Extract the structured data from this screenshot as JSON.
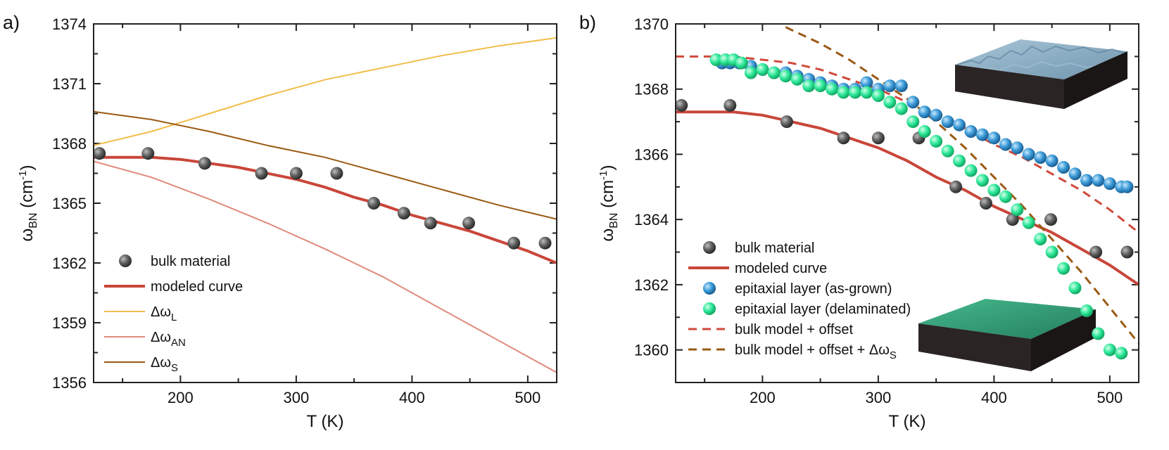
{
  "panels": {
    "a": {
      "label": "a)"
    },
    "b": {
      "label": "b)"
    }
  },
  "colors": {
    "bulk": "#555555",
    "modeled": "#c9463a",
    "dL": "#f2be4a",
    "dAN": "#e08a7c",
    "dS": "#9a5a14",
    "asgrown": "#3a9ad8",
    "delam": "#2ee89a",
    "offset": "#d04a3c",
    "offsetS": "#9a5a14",
    "inset_top_blue": "#8eb2c8",
    "inset_top_green": "#2f9f77",
    "inset_side": "#2a2424"
  },
  "chart_data": [
    {
      "panel": "a",
      "type": "line",
      "xlabel": "T (K)",
      "ylabel": "ω_BN (cm^-1)",
      "xlim": [
        125,
        525
      ],
      "ylim": [
        1356,
        1374
      ],
      "xticks": [
        200,
        300,
        400,
        500
      ],
      "yticks": [
        1356,
        1359,
        1362,
        1365,
        1368,
        1371,
        1374
      ],
      "legend_position": "bottom-left",
      "series": [
        {
          "name": "bulk material",
          "kind": "scatter",
          "color_key": "bulk",
          "x": [
            130,
            172,
            221,
            270,
            300,
            335,
            367,
            393,
            416,
            449,
            488,
            515
          ],
          "y": [
            1367.5,
            1367.5,
            1367.0,
            1366.5,
            1366.5,
            1366.5,
            1365.0,
            1364.5,
            1364.0,
            1364.0,
            1363.0,
            1363.0
          ]
        },
        {
          "name": "modeled curve",
          "kind": "line",
          "color_key": "modeled",
          "width": 4,
          "x": [
            125,
            150,
            175,
            200,
            225,
            250,
            275,
            300,
            325,
            350,
            375,
            400,
            425,
            450,
            475,
            500,
            525
          ],
          "y": [
            1367.3,
            1367.3,
            1367.3,
            1367.2,
            1367.0,
            1366.8,
            1366.5,
            1366.2,
            1365.8,
            1365.3,
            1364.9,
            1364.4,
            1364.0,
            1363.6,
            1363.1,
            1362.6,
            1362.0
          ]
        },
        {
          "name": "Δω_L",
          "kind": "line",
          "color_key": "dL",
          "width": 2,
          "x": [
            125,
            175,
            225,
            275,
            325,
            375,
            425,
            475,
            525
          ],
          "y": [
            1367.9,
            1368.6,
            1369.5,
            1370.4,
            1371.2,
            1371.8,
            1372.4,
            1372.9,
            1373.3
          ]
        },
        {
          "name": "Δω_AN",
          "kind": "line",
          "color_key": "dAN",
          "width": 2,
          "x": [
            125,
            175,
            225,
            275,
            325,
            375,
            425,
            475,
            525
          ],
          "y": [
            1367.1,
            1366.3,
            1365.2,
            1364.0,
            1362.7,
            1361.3,
            1359.7,
            1358.1,
            1356.5
          ]
        },
        {
          "name": "Δω_S",
          "kind": "line",
          "color_key": "dS",
          "width": 2,
          "x": [
            125,
            175,
            225,
            275,
            325,
            375,
            425,
            475,
            525
          ],
          "y": [
            1369.6,
            1369.2,
            1368.6,
            1367.9,
            1367.3,
            1366.5,
            1365.7,
            1364.9,
            1364.2
          ]
        }
      ]
    },
    {
      "panel": "b",
      "type": "line",
      "xlabel": "T (K)",
      "ylabel": "ω_BN (cm^-1)",
      "xlim": [
        125,
        525
      ],
      "ylim": [
        1359,
        1370
      ],
      "xticks": [
        200,
        300,
        400,
        500
      ],
      "yticks": [
        1360,
        1362,
        1364,
        1366,
        1368,
        1370
      ],
      "legend_position": "bottom-left",
      "series": [
        {
          "name": "bulk material",
          "kind": "scatter",
          "color_key": "bulk",
          "x": [
            130,
            172,
            221,
            270,
            300,
            335,
            367,
            393,
            416,
            449,
            488,
            515
          ],
          "y": [
            1367.5,
            1367.5,
            1367.0,
            1366.5,
            1366.5,
            1366.5,
            1365.0,
            1364.5,
            1364.0,
            1364.0,
            1363.0,
            1363.0
          ]
        },
        {
          "name": "modeled curve",
          "kind": "line",
          "color_key": "modeled",
          "width": 4,
          "x": [
            125,
            150,
            175,
            200,
            225,
            250,
            275,
            300,
            325,
            350,
            375,
            400,
            425,
            450,
            475,
            500,
            525
          ],
          "y": [
            1367.3,
            1367.3,
            1367.3,
            1367.2,
            1367.0,
            1366.8,
            1366.5,
            1366.2,
            1365.8,
            1365.3,
            1364.9,
            1364.4,
            1364.0,
            1363.6,
            1363.1,
            1362.6,
            1362.0
          ]
        },
        {
          "name": "epitaxial layer (as-grown)",
          "kind": "scatter",
          "color_key": "asgrown",
          "x": [
            165,
            172,
            180,
            190,
            200,
            210,
            220,
            230,
            240,
            250,
            260,
            270,
            280,
            290,
            300,
            310,
            320,
            330,
            340,
            350,
            360,
            370,
            380,
            390,
            400,
            410,
            420,
            430,
            440,
            450,
            460,
            470,
            480,
            490,
            500,
            510,
            515
          ],
          "y": [
            1368.8,
            1368.8,
            1368.8,
            1368.7,
            1368.6,
            1368.5,
            1368.5,
            1368.4,
            1368.3,
            1368.2,
            1368.1,
            1368.0,
            1368.0,
            1368.2,
            1368.0,
            1368.1,
            1368.1,
            1367.6,
            1367.3,
            1367.2,
            1367.0,
            1366.9,
            1366.7,
            1366.6,
            1366.5,
            1366.3,
            1366.2,
            1366.0,
            1365.9,
            1365.8,
            1365.6,
            1365.4,
            1365.2,
            1365.2,
            1365.1,
            1365.0,
            1365.0
          ]
        },
        {
          "name": "epitaxial layer (delaminated)",
          "kind": "scatter",
          "color_key": "delam",
          "x": [
            160,
            168,
            175,
            182,
            190,
            200,
            210,
            220,
            230,
            240,
            250,
            260,
            270,
            280,
            290,
            300,
            310,
            320,
            330,
            340,
            350,
            360,
            370,
            380,
            390,
            400,
            410,
            420,
            430,
            440,
            450,
            460,
            470,
            480,
            490,
            500,
            510
          ],
          "y": [
            1368.9,
            1368.9,
            1368.9,
            1368.8,
            1368.5,
            1368.6,
            1368.5,
            1368.4,
            1368.3,
            1368.1,
            1368.1,
            1368.0,
            1367.9,
            1367.9,
            1367.9,
            1367.8,
            1367.6,
            1367.4,
            1367.0,
            1366.7,
            1366.4,
            1366.1,
            1365.8,
            1365.5,
            1365.2,
            1364.9,
            1364.7,
            1364.3,
            1363.9,
            1363.4,
            1363.0,
            1362.5,
            1361.9,
            1361.2,
            1360.5,
            1360.0,
            1359.9
          ]
        },
        {
          "name": "bulk model + offset",
          "kind": "line",
          "color_key": "offset",
          "dashed": true,
          "width": 3,
          "x": [
            125,
            150,
            175,
            200,
            225,
            250,
            275,
            300,
            325,
            350,
            375,
            400,
            425,
            450,
            475,
            500,
            525
          ],
          "y": [
            1369.0,
            1369.0,
            1369.0,
            1368.9,
            1368.8,
            1368.6,
            1368.3,
            1368.0,
            1367.6,
            1367.2,
            1366.8,
            1366.3,
            1365.9,
            1365.4,
            1364.9,
            1364.3,
            1363.6
          ]
        },
        {
          "name": "bulk model + offset + Δω_S",
          "kind": "line",
          "color_key": "offsetS",
          "dashed": true,
          "width": 3,
          "x": [
            220,
            250,
            275,
            300,
            325,
            350,
            375,
            400,
            425,
            450,
            475,
            500,
            525
          ],
          "y": [
            1369.9,
            1369.4,
            1368.9,
            1368.3,
            1367.7,
            1367.0,
            1366.2,
            1365.3,
            1364.4,
            1363.4,
            1362.4,
            1361.3,
            1360.2
          ]
        }
      ]
    }
  ]
}
